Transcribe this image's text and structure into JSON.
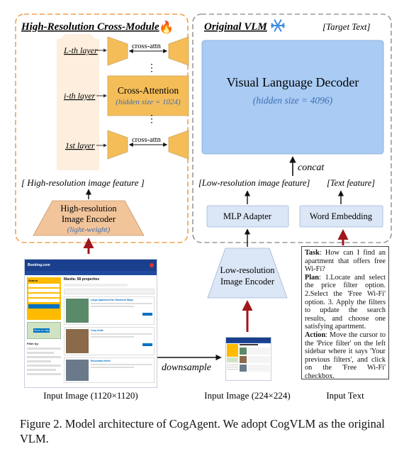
{
  "hr_module": {
    "title": "High-Resolution Cross-Module",
    "fire": "🔥"
  },
  "vlm": {
    "title": "Original VLM",
    "snow": "❄",
    "target_text": "[Target Text]"
  },
  "layers": {
    "l": "L-th layer",
    "i": "i-th layer",
    "first": "1st layer"
  },
  "cross_attn": {
    "short": "cross-attn",
    "title": "Cross-Attention",
    "hidden": "(hidden size = 1024)"
  },
  "decoder": {
    "title": "Visual Language Decoder",
    "hidden": "(hidden size = 4096)"
  },
  "concat": "concat",
  "features": {
    "high_res": "[ High-resolution image feature ]",
    "low_res": "[Low-resolution image feature]",
    "text": "[Text feature]"
  },
  "hr_encoder": {
    "line1": "High-resolution",
    "line2": "Image Encoder",
    "line3": "(light-weight)"
  },
  "lr_encoder": {
    "line1": "Low-resolution",
    "line2": "Image Encoder"
  },
  "mlp": "MLP Adapter",
  "word_emb": "Word Embedding",
  "downsample": "downsample",
  "inputs": {
    "large": "Input Image (1120×1120)",
    "small": "Input Image (224×224)",
    "text": "Input Text"
  },
  "task": {
    "task_label": "Task",
    "task_text": ": How can I find an apartment that offers free Wi-Fi?",
    "plan_label": "Plan",
    "plan_text": ": 1.Locate and select the price filter option. 2.Select the 'Free Wi-Fi' option. 3. Apply the filters to update the search results, and choose one satisfying apartment.",
    "action_label": "Action",
    "action_text": ": Move the cursor to the 'Price filter' on the left sidebar where it says 'Your previous filters', and click on the 'Free Wi-Fi' checkbox."
  },
  "screenshot": {
    "brand": "Booking.com",
    "heading": "Manila: 58 properties",
    "search": "Search",
    "filter_title": "Filter by:",
    "show_on_map": "Show on map",
    "results": [
      "Large Apartment for Weekend Stays",
      "Cozy Suite",
      "Renovated Hotel"
    ]
  },
  "caption": "Figure 2. Model architecture of CogAgent. We adopt CogVLM as the original VLM.",
  "colors": {
    "orange_dash": "#f0a050",
    "gray_dash": "#9a9a9a",
    "trapezoid": "#f5bd58",
    "glow": "#fdeedd",
    "decoder": "#a9cbf4",
    "box_blue": "#dbe6f6",
    "encoder_orange": "#f2c49a",
    "italic_blue": "#3d6fb0",
    "dark_red": "#a0161b"
  }
}
